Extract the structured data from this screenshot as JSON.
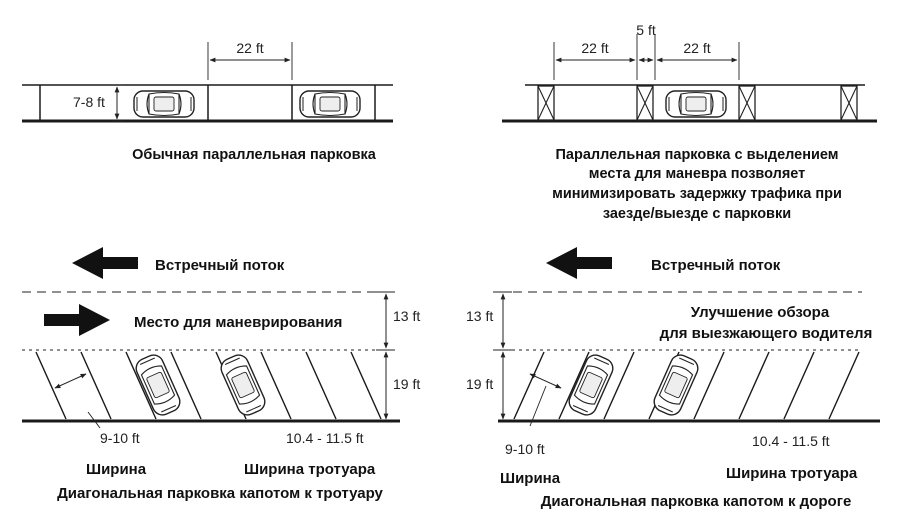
{
  "top_left": {
    "dimensions": {
      "spot_length": "22 ft",
      "lane_width": "7-8 ft"
    },
    "caption": "Обычная параллельная парковка"
  },
  "top_right": {
    "dimensions": {
      "spot_length_a": "22 ft",
      "gap": "5 ft",
      "spot_length_b": "22 ft"
    },
    "caption_lines": [
      "Параллельная парковка с выделением",
      "места для маневра позволяет",
      "минимизировать задержку трафика при",
      "заезде/выезде с парковки"
    ]
  },
  "bottom_left": {
    "oncoming_label": "Встречный поток",
    "maneuver_label": "Место для маневрирования",
    "dim_lane": "13 ft",
    "dim_depth": "19 ft",
    "dim_width": "9-10 ft",
    "dim_sidewalk": "10.4 - 11.5 ft",
    "width_label": "Ширина",
    "sidewalk_label": "Ширина тротуара",
    "caption": "Диагональная парковка капотом к тротуару"
  },
  "bottom_right": {
    "oncoming_label": "Встречный поток",
    "visibility_lines": [
      "Улучшение обзора",
      "для выезжающего водителя"
    ],
    "dim_lane": "13 ft",
    "dim_depth": "19 ft",
    "dim_width": "9-10 ft",
    "dim_sidewalk": "10.4 - 11.5 ft",
    "width_label": "Ширина",
    "sidewalk_label": "Ширина тротуара",
    "caption": "Диагональная парковка капотом к дороге"
  },
  "colors": {
    "line": "#1a1a1a",
    "arrow": "#111111",
    "background": "#ffffff"
  }
}
